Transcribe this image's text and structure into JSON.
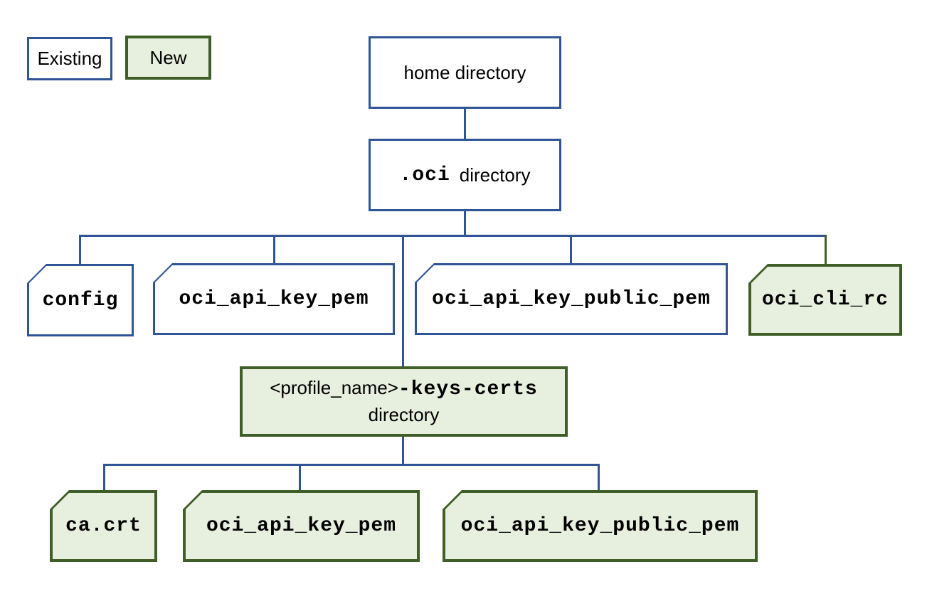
{
  "legend": {
    "existing_label": "Existing",
    "new_label": "New"
  },
  "colors": {
    "existing_border": "#2f5597",
    "new_border": "#3f5e28",
    "new_fill": "#e7efde",
    "connector_blue": "#2f5597",
    "connector_green": "#3f5e28"
  },
  "nodes": {
    "home": {
      "label": "home directory"
    },
    "oci_dir": {
      "mono": ".oci",
      "sans": "directory"
    },
    "config": {
      "label": "config"
    },
    "api_key_pem": {
      "label": "oci_api_key_pem"
    },
    "api_key_public_pem": {
      "label": "oci_api_key_public_pem"
    },
    "cli_rc": {
      "label": "oci_cli_rc"
    },
    "profile_dir": {
      "sans_prefix": "<profile_name>",
      "mono_suffix": "-keys-certs",
      "line2": "directory"
    },
    "ca_crt": {
      "label": "ca.crt"
    },
    "api_key_pem2": {
      "label": "oci_api_key_pem"
    },
    "api_key_public_pem2": {
      "label": "oci_api_key_public_pem"
    }
  }
}
